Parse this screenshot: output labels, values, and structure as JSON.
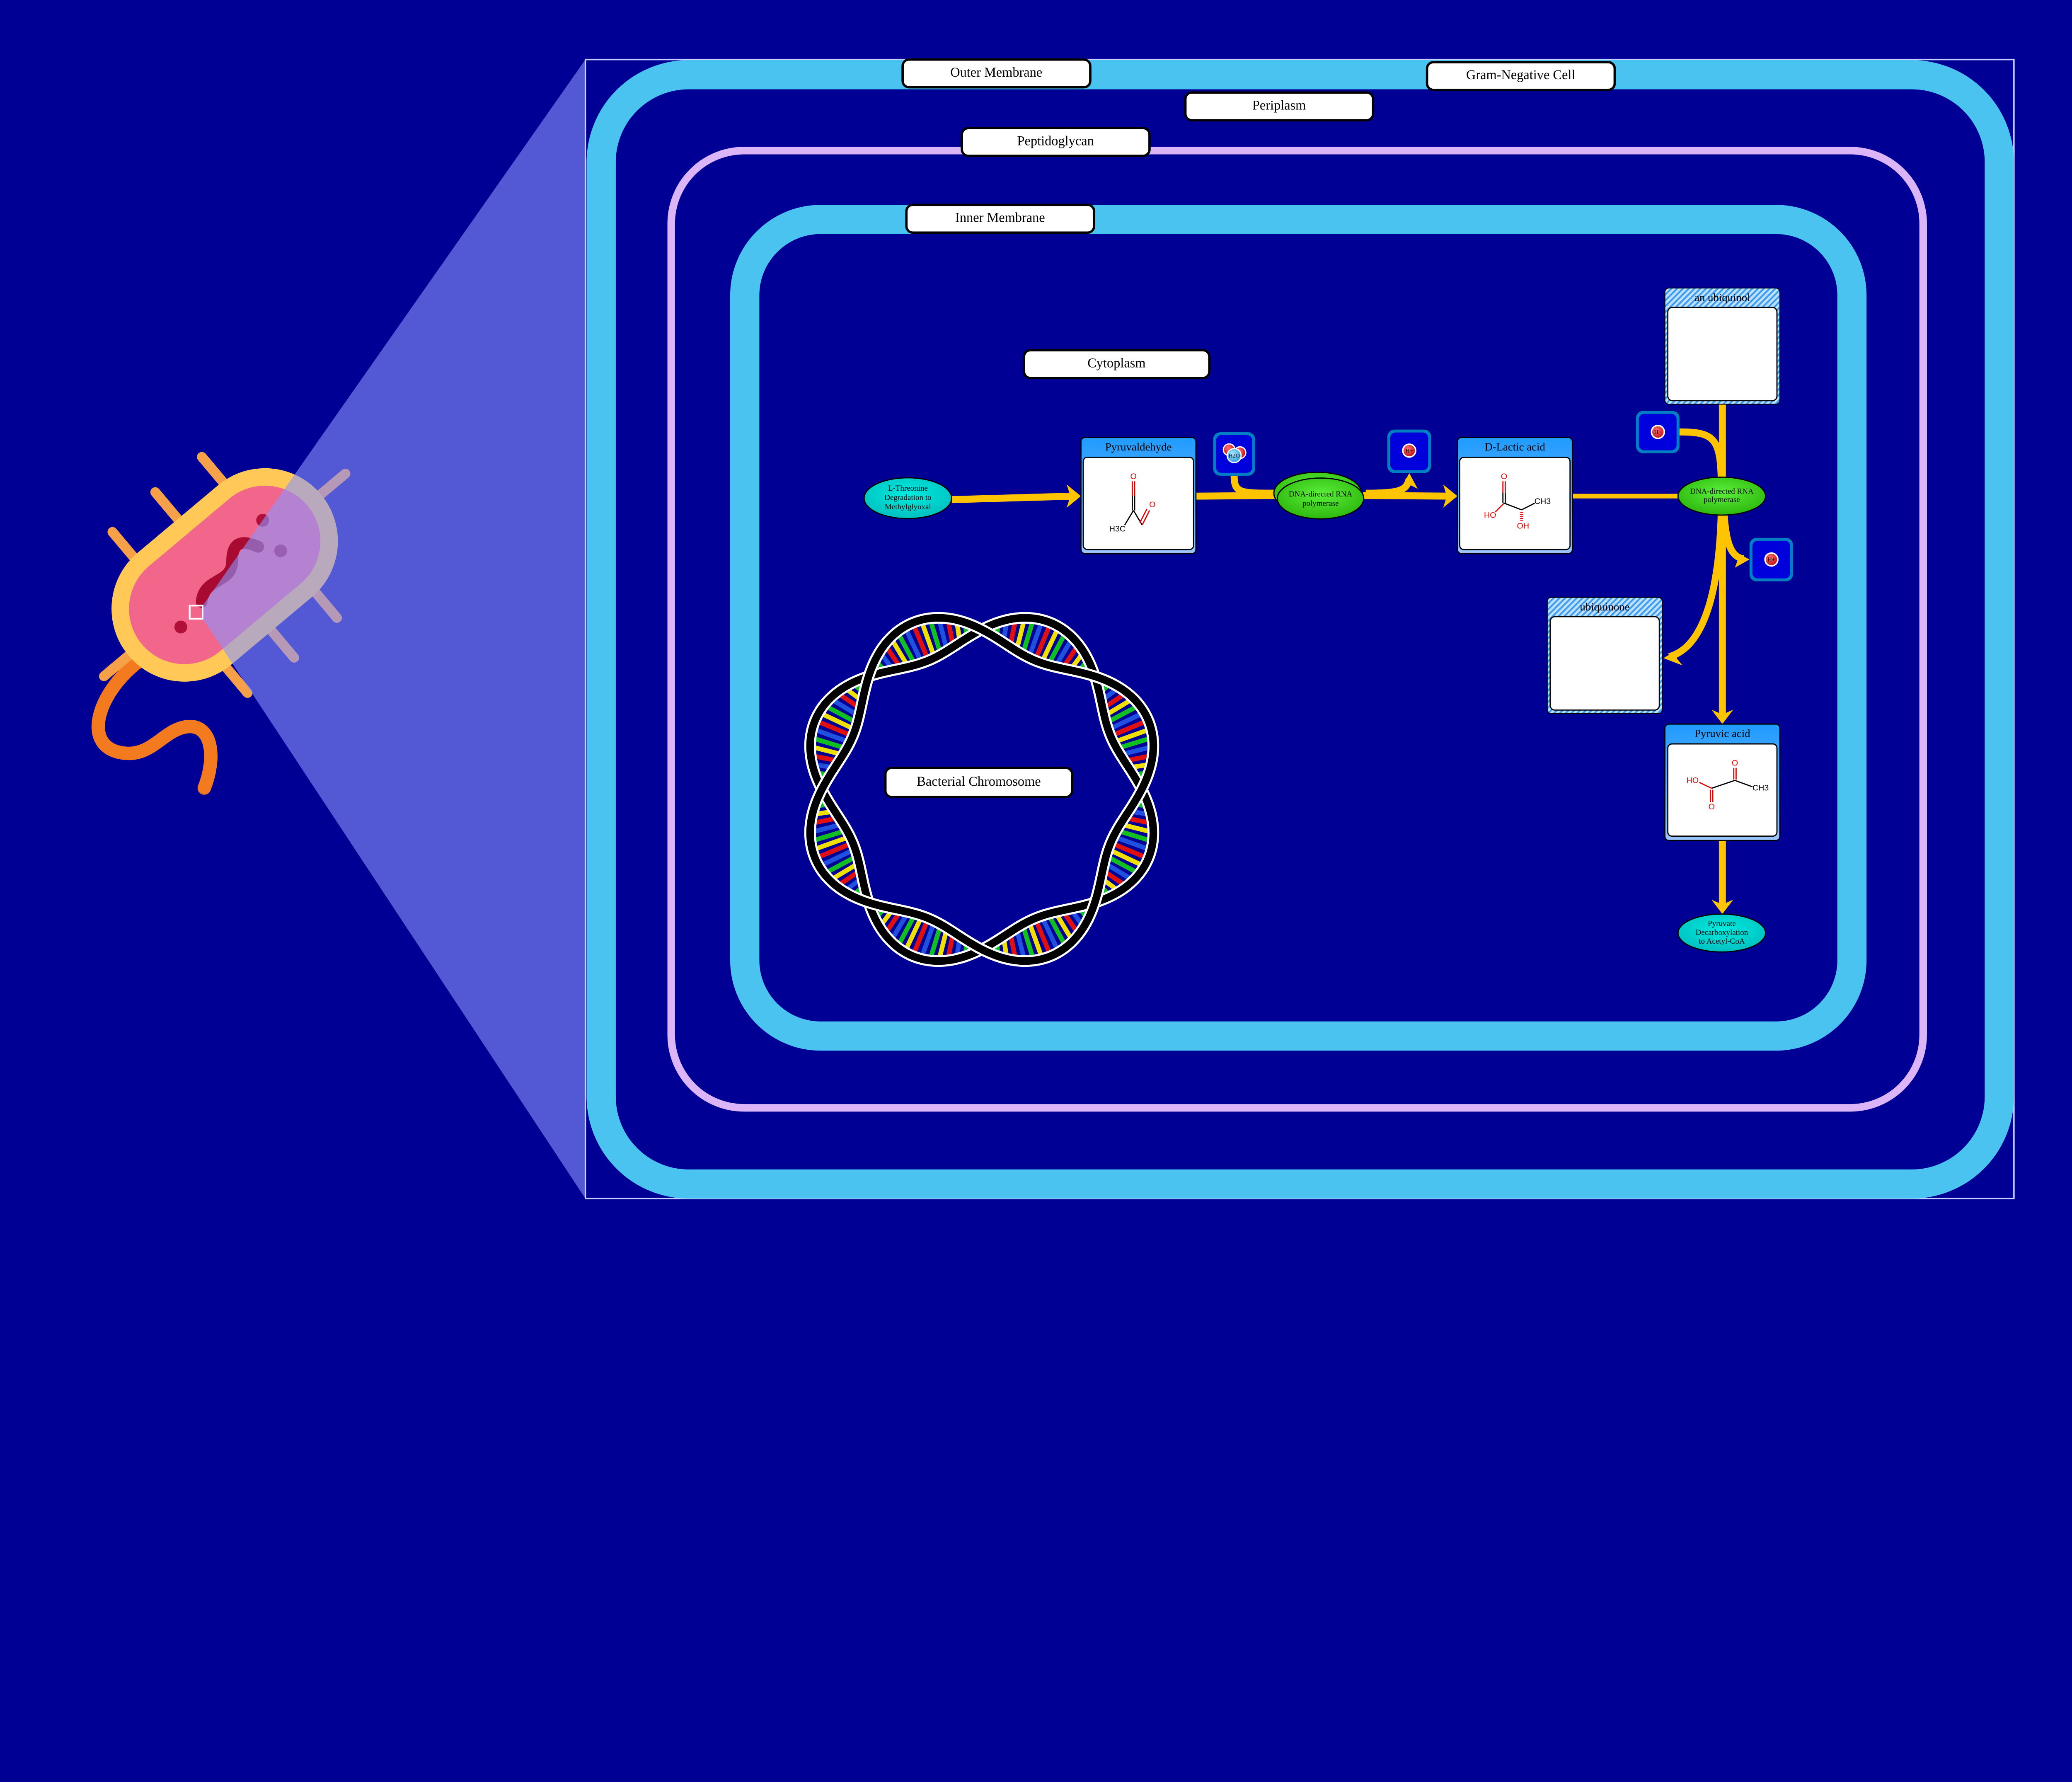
{
  "compartments": {
    "outer_membrane": "Outer Membrane",
    "gram_negative_cell": "Gram-Negative Cell",
    "periplasm": "Periplasm",
    "peptidoglycan": "Peptidoglycan",
    "inner_membrane": "Inner Membrane",
    "cytoplasm": "Cytoplasm",
    "bacterial_chromosome": "Bacterial Chromosome"
  },
  "pathways": {
    "threonine": [
      "L-Threonine",
      "Degradation to",
      "Methylglyoxal"
    ],
    "pyruvate_decarboxylation": [
      "Pyruvate",
      "Decarboxylation",
      "to Acetyl-CoA"
    ]
  },
  "enzymes": {
    "enzyme1": [
      "DNA-directed RNA",
      "polymerase"
    ],
    "enzyme2": [
      "DNA-directed RNA",
      "polymerase"
    ]
  },
  "metabolites": {
    "pyruvaldehyde": {
      "title": "Pyruvaldehyde",
      "atoms": [
        "O",
        "O",
        "H3C"
      ]
    },
    "d_lactic_acid": {
      "title": "D-Lactic acid",
      "atoms": [
        "O",
        "HO",
        "CH3",
        "OH"
      ]
    },
    "an_ubiquinol": {
      "title": "an ubiquinol"
    },
    "ubiquinone": {
      "title": "ubiquinone"
    },
    "pyruvic_acid": {
      "title": "Pyruvic acid",
      "atoms": [
        "O",
        "HO",
        "O",
        "CH3"
      ]
    }
  },
  "small_molecules": {
    "water": "H2O",
    "proton1": "H+",
    "proton2": "H+",
    "proton3": "H+"
  },
  "colors": {
    "background": "#000094",
    "membrane": "#4ac3f0",
    "peptidoglycan": "#dcb4f8",
    "arrow": "#ffc400",
    "enzyme": "#3fdc20",
    "pathway": "#00d8d0",
    "header": "#1e9bff"
  }
}
